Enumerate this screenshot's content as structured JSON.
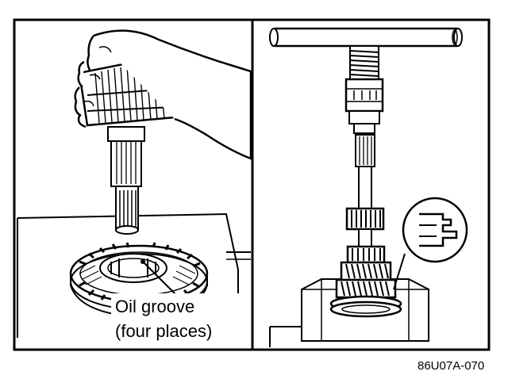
{
  "left_panel": {
    "callout_line1": "Oil groove",
    "callout_line2": "(four places)"
  },
  "figure_code": "86U07A-070"
}
